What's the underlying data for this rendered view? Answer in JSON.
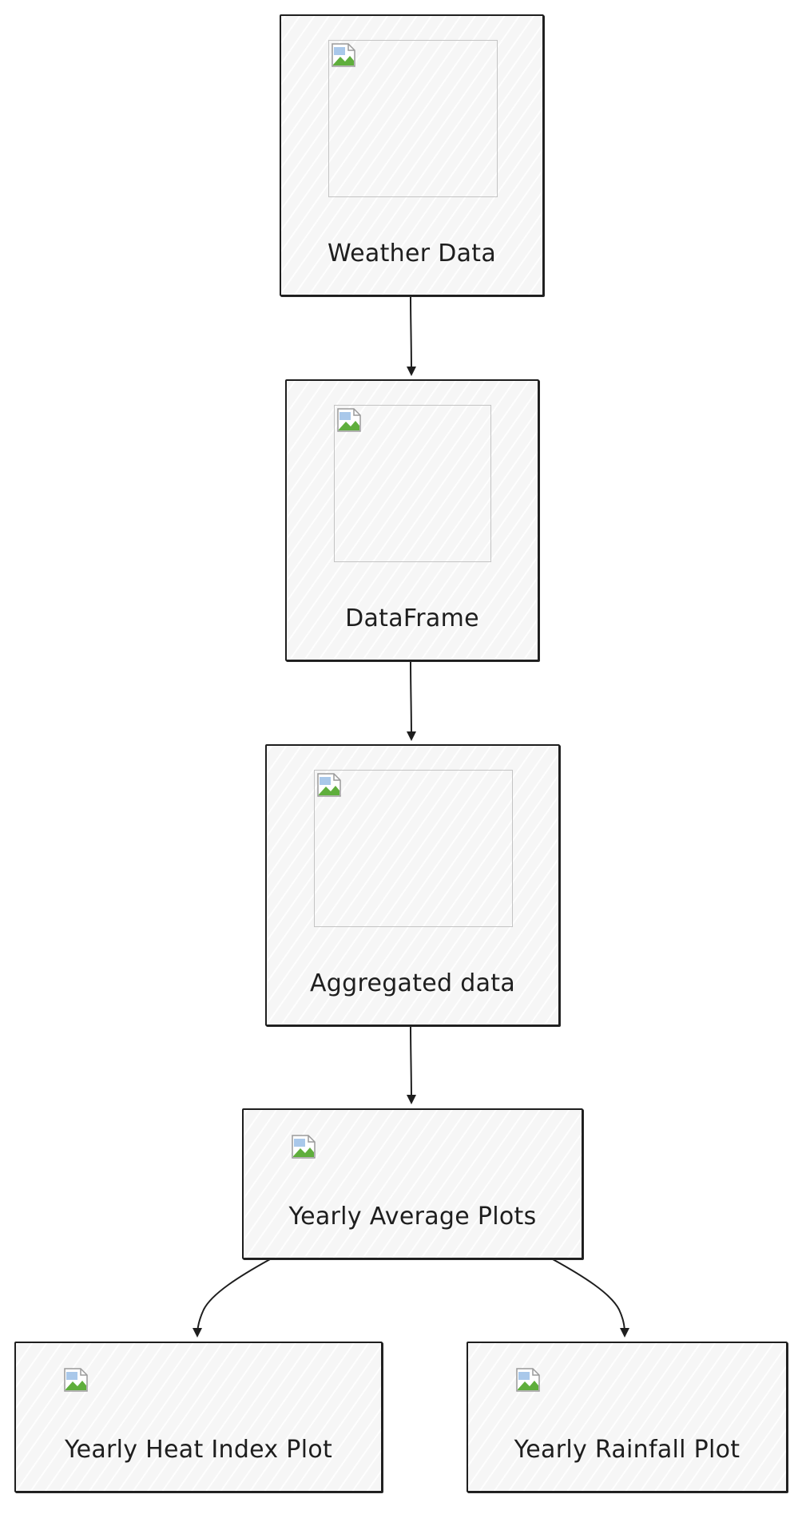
{
  "nodes": {
    "weather_data": {
      "label": "Weather Data"
    },
    "dataframe": {
      "label": "DataFrame"
    },
    "aggregated_data": {
      "label": "Aggregated data"
    },
    "yearly_average_plots": {
      "label": "Yearly Average Plots"
    },
    "yearly_heat_index_plot": {
      "label": "Yearly Heat Index Plot"
    },
    "yearly_rainfall_plot": {
      "label": "Yearly Rainfall Plot"
    }
  },
  "edges": [
    {
      "from": "Weather Data",
      "to": "DataFrame"
    },
    {
      "from": "DataFrame",
      "to": "Aggregated data"
    },
    {
      "from": "Aggregated data",
      "to": "Yearly Average Plots"
    },
    {
      "from": "Yearly Average Plots",
      "to": "Yearly Heat Index Plot"
    },
    {
      "from": "Yearly Average Plots",
      "to": "Yearly Rainfall Plot"
    }
  ],
  "icons": [
    "broken-image-icon"
  ],
  "colors": {
    "stroke": "#1e1e1e",
    "fill": "#f6f6f6",
    "placeholder_border": "#c4c4c4"
  }
}
